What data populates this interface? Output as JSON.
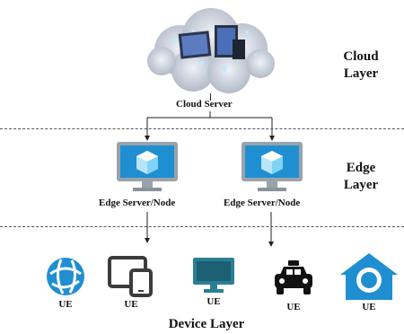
{
  "cloud_layer": {
    "title_line1": "Cloud",
    "title_line2": "Layer",
    "server_label": "Cloud Server"
  },
  "edge_layer": {
    "title_line1": "Edge",
    "title_line2": "Layer",
    "node_left_label": "Edge Server/Node",
    "node_right_label": "Edge Server/Node"
  },
  "device_layer": {
    "title": "Device Layer",
    "devices": [
      {
        "icon": "ue-globe-icon",
        "label": "UE"
      },
      {
        "icon": "ue-tablet-phone-icon",
        "label": "UE"
      },
      {
        "icon": "ue-monitor-icon",
        "label": "UE"
      },
      {
        "icon": "ue-taxi-icon",
        "label": "UE"
      },
      {
        "icon": "ue-home-camera-icon",
        "label": "UE"
      }
    ]
  },
  "colors": {
    "azure_blue": "#1f8fd1",
    "monitor_gray": "#9aa3ab",
    "icon_dark": "#3c3c3c",
    "accent_light_blue": "#7fd3f5"
  }
}
